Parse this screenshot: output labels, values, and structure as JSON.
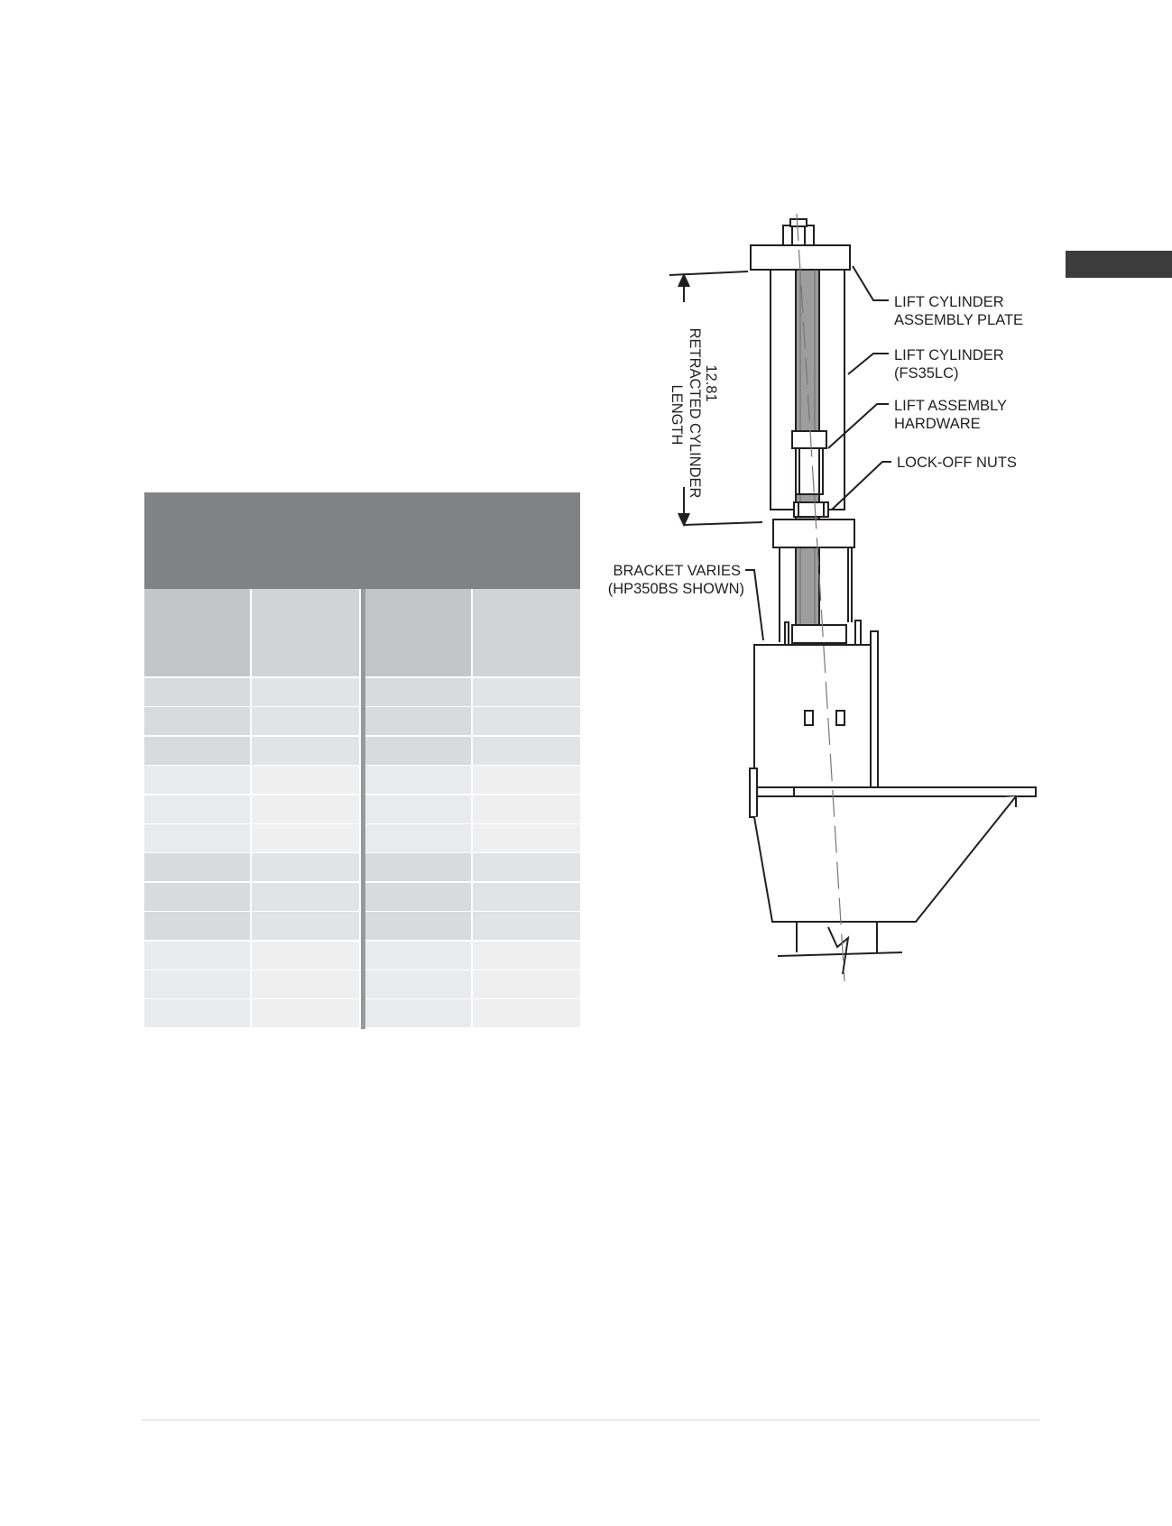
{
  "diagram": {
    "dimension": {
      "value": "12.81",
      "line1": "RETRACTED CYLINDER",
      "line2": "LENGTH"
    },
    "callouts": [
      {
        "line1": "LIFT CYLINDER",
        "line2": "ASSEMBLY PLATE"
      },
      {
        "line1": "LIFT CYLINDER",
        "line2": "(FS35LC)"
      },
      {
        "line1": "LIFT ASSEMBLY",
        "line2": "HARDWARE"
      },
      {
        "line1": "LOCK-OFF NUTS",
        "line2": ""
      }
    ],
    "bracket_label": {
      "line1": "BRACKET VARIES",
      "line2": "(HP350BS SHOWN)"
    }
  },
  "table": {
    "title": "",
    "rows": 12
  },
  "colors": {
    "table_title_bg": "#818285",
    "tab_marker": "#3c3c3c",
    "line_art": "#231f20"
  }
}
